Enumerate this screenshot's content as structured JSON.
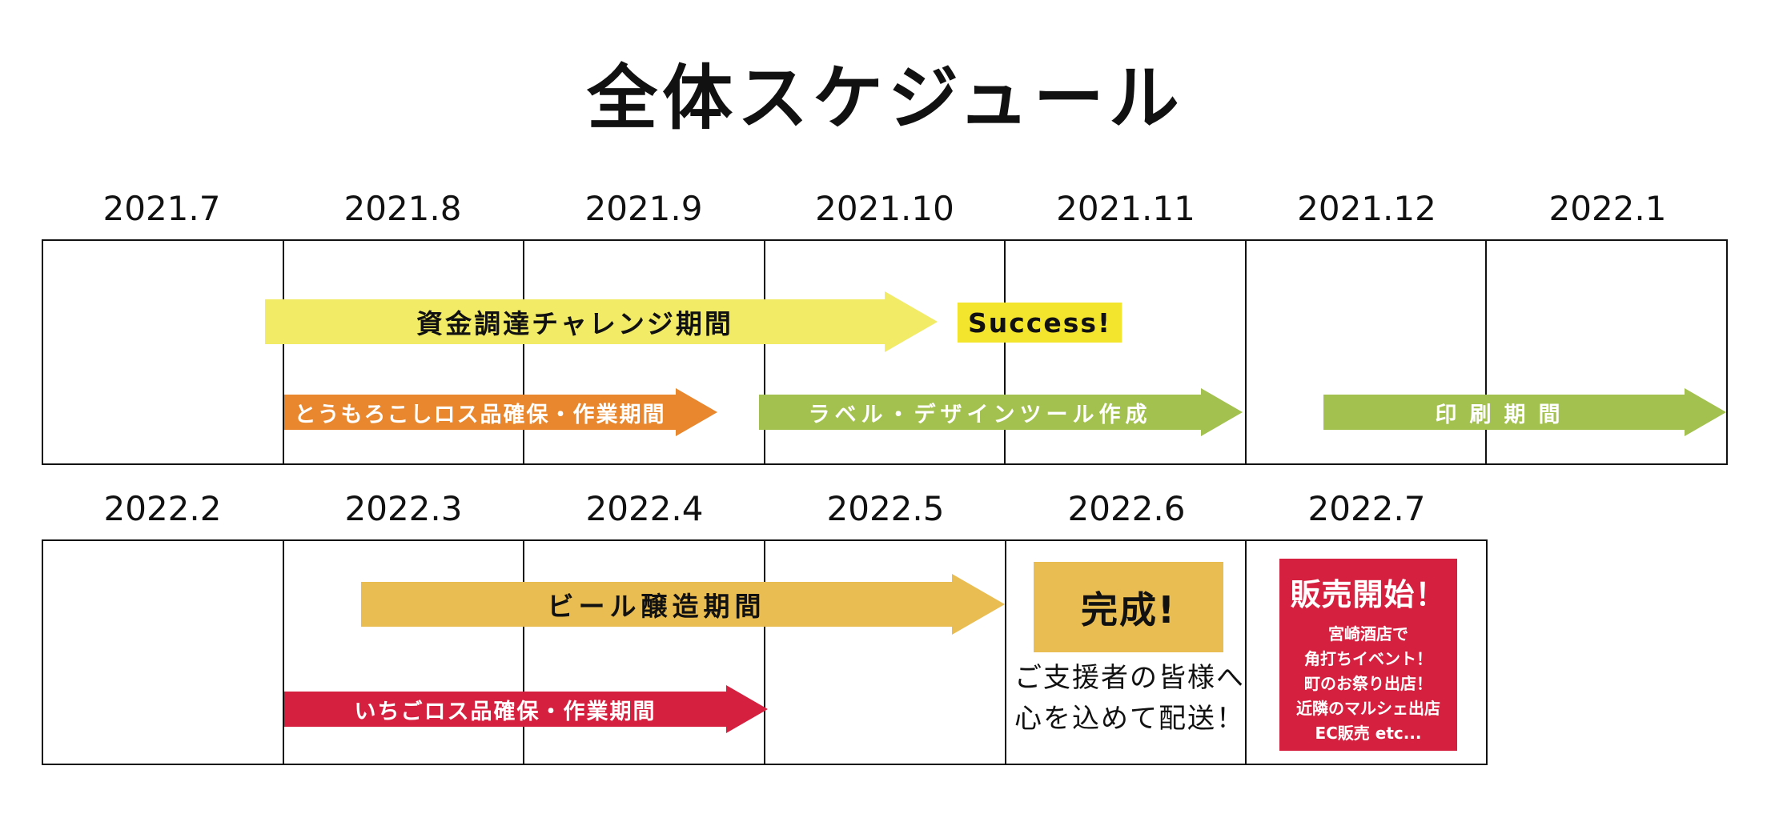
{
  "title": "全体スケジュール",
  "colors": {
    "pale_yellow": "#f1eb66",
    "yellow": "#f3e42e",
    "orange": "#e8872e",
    "green": "#a3c14e",
    "gold": "#e9bd51",
    "red": "#d6203f"
  },
  "top_timeline": {
    "months": [
      "2021.7",
      "2021.8",
      "2021.9",
      "2021.10",
      "2021.11",
      "2021.12",
      "2022.1"
    ],
    "funding_arrow": "資金調達チャレンジ期間",
    "success_badge": "Success!",
    "corn_arrow": "とうもろこしロス品確保・作業期間",
    "label_design_arrow": "ラベル・デザインツール作成",
    "print_arrow": "印刷期間"
  },
  "bottom_timeline": {
    "months": [
      "2022.2",
      "2022.3",
      "2022.4",
      "2022.5",
      "2022.6",
      "2022.7"
    ],
    "brewing_arrow": "ビール醸造期間",
    "complete_badge": "完成!",
    "delivery_note_line1": "ご支援者の皆様へ",
    "delivery_note_line2": "心を込めて配送！",
    "strawberry_arrow": "いちごロス品確保・作業期間",
    "sale_box": {
      "title": "販売開始！",
      "lines": [
        "宮崎酒店で",
        "角打ちイベント！",
        "町のお祭り出店！",
        "近隣のマルシェ出店",
        "EC販売 etc..."
      ]
    }
  }
}
